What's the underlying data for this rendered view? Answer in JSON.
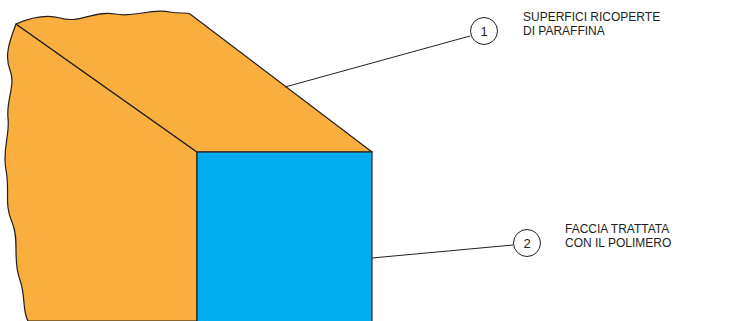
{
  "diagram": {
    "nodes": [
      {
        "text": [
          "1"
        ]
      },
      {
        "text": [
          "2"
        ]
      }
    ],
    "labels": [
      "SUPERFICI RICOPERTE DI PARAFFINA",
      "FACCIA TRATTATA CON IL POLIMERO"
    ]
  }
}
